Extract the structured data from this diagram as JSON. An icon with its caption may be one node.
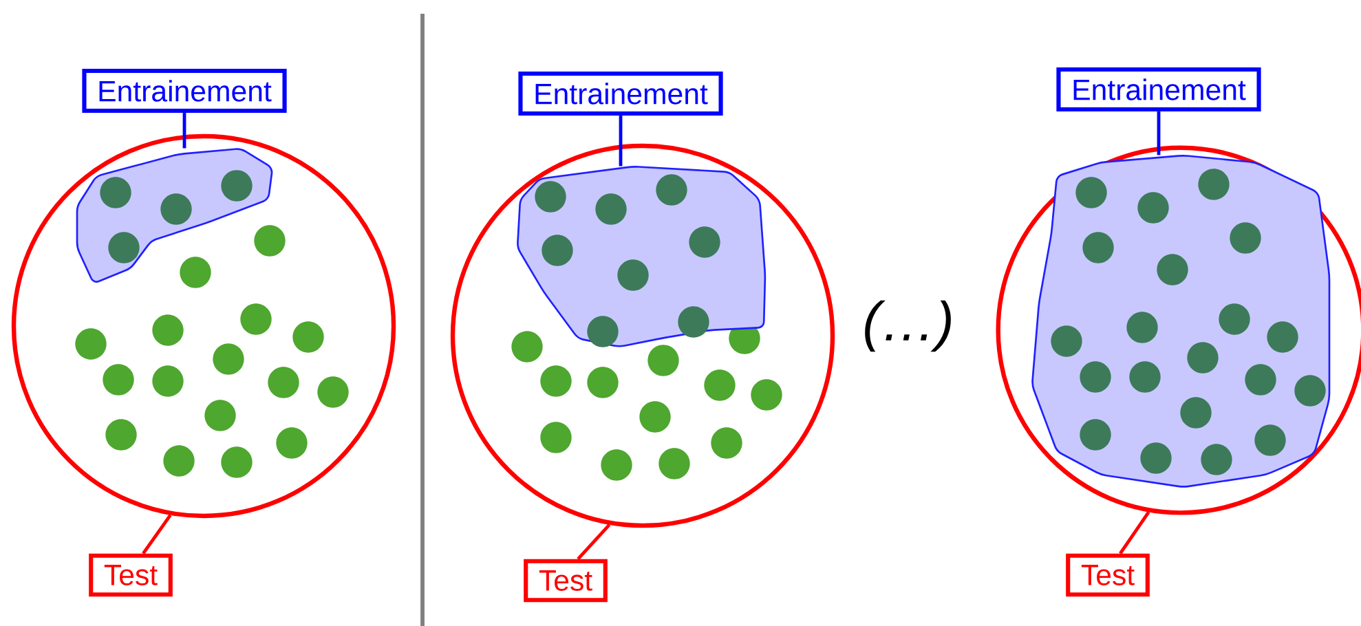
{
  "diagram": {
    "nodes": [
      {
        "text": [
          "Entrainement"
        ]
      },
      {
        "text": [
          "Entrainement"
        ]
      },
      {
        "text": [
          "Entrainement"
        ]
      },
      {
        "text": [],
        "shape": "circle"
      },
      {
        "text": [],
        "shape": "blob",
        "in": 3
      },
      {
        "text": [],
        "shape": "circle"
      },
      {
        "text": [],
        "shape": "blob",
        "in": 5
      },
      {
        "text": [],
        "shape": "circle"
      },
      {
        "text": [],
        "shape": "blob",
        "in": 7
      },
      {
        "text": [
          "Test"
        ]
      },
      {
        "text": [
          "Test"
        ]
      },
      {
        "text": [
          "Test"
        ]
      }
    ],
    "edges": [
      {
        "from": 0,
        "to": 4,
        "arrow": "none",
        "color": "#0000ff"
      },
      {
        "from": 1,
        "to": 6,
        "arrow": "none",
        "color": "#0000ff"
      },
      {
        "from": 2,
        "to": 8,
        "arrow": "none",
        "color": "#0000ff"
      },
      {
        "from": 9,
        "to": 3,
        "arrow": "none",
        "color": "#ff0000"
      },
      {
        "from": 10,
        "to": 5,
        "arrow": "none",
        "color": "#ff0000"
      },
      {
        "from": 11,
        "to": 7,
        "arrow": "none",
        "color": "#ff0000"
      }
    ],
    "labels": [
      "(…)"
    ]
  }
}
